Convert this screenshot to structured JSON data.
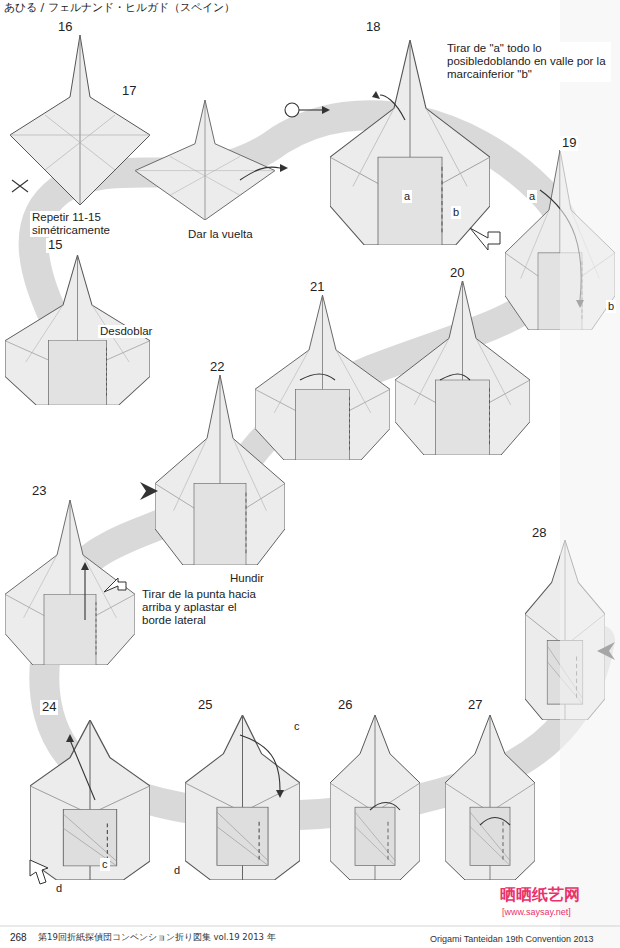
{
  "diagram": {
    "labels": [
      "あひる / フェルナンド・ヒルガド（スペイン）",
      "16",
      "17",
      "18",
      "Tirar de \"a\" todo lo posibledoblando en valle por la marcainferior \"b\"",
      "a",
      "b",
      "19",
      "a",
      "b",
      "Repetir 11-15 simétricamente",
      "Dar la vuelta",
      "15",
      "Desdoblar",
      "21",
      "20",
      "22",
      "Hundir",
      "23",
      "Tirar de la punta hacia arriba y aplastar el borde lateral",
      "28",
      "24",
      "c",
      "d",
      "25",
      "c",
      "d",
      "26",
      "27",
      "268",
      "第19回折紙探偵団コンベンション折り図集 vol.19 2013 年",
      "Origami Tanteidan 19th Convention 2013",
      "晒晒纸艺网",
      "[www.saysay.net]"
    ]
  }
}
